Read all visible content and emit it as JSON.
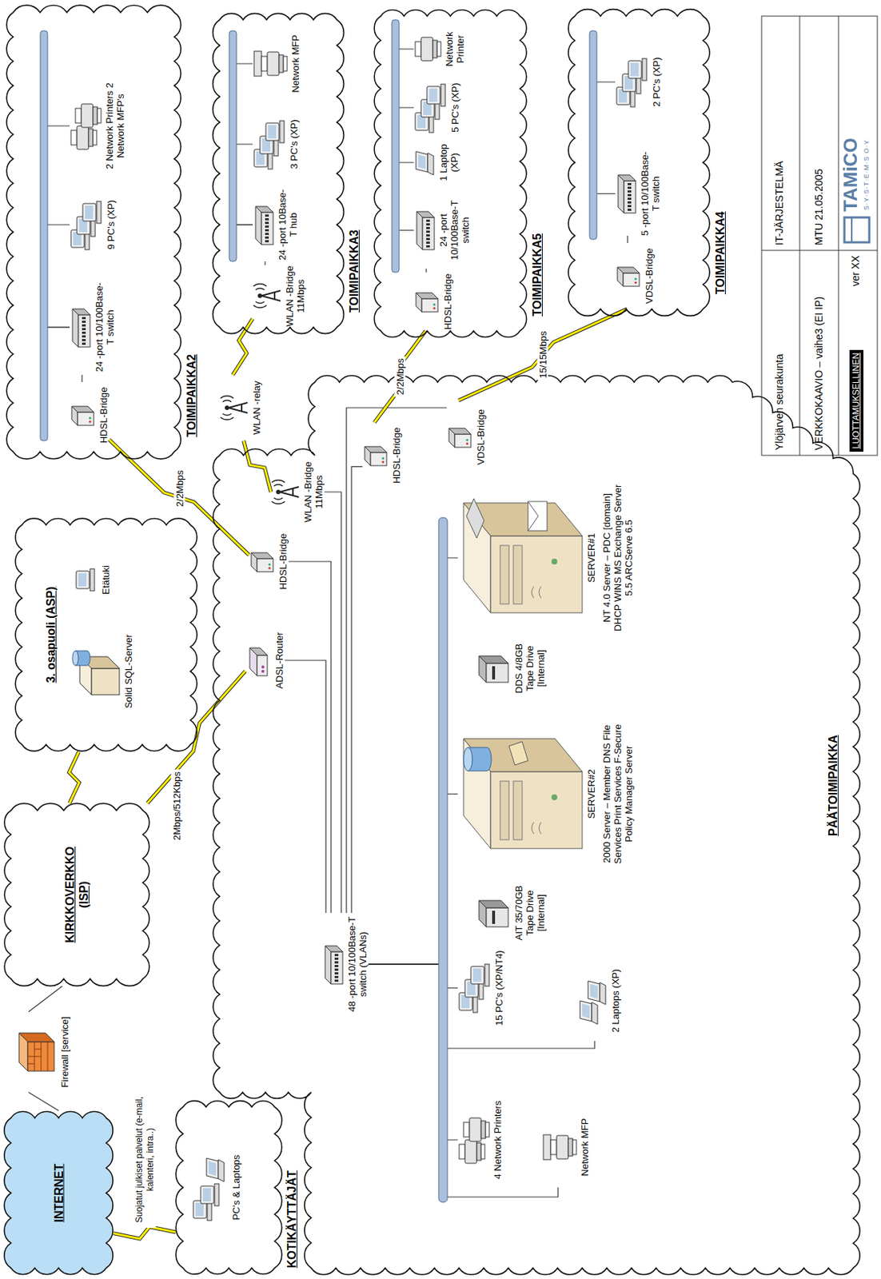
{
  "diagram": {
    "nodes": [
      {
        "text": [
          "INTERNET"
        ]
      },
      {
        "text": [
          "Firewall [service]"
        ]
      },
      {
        "text": [
          "KIRKKOVERKKO (ISP)"
        ]
      },
      {
        "text": [
          "3. osapuoli (ASP)"
        ]
      },
      {
        "text": [
          "Solid SQL-Server"
        ],
        "in": 3
      },
      {
        "text": [
          "Etätuki"
        ],
        "in": 3
      },
      {
        "text": [
          "KOTIKÄYTTÄJÄT"
        ]
      },
      {
        "text": [
          "PC's & Laptops"
        ],
        "in": 6
      },
      {
        "text": [
          "PÄÄTOIMIPAIKKA"
        ]
      },
      {
        "text": [
          "ADSL-Router"
        ],
        "in": 8
      },
      {
        "text": [
          "HDSL-Bridge"
        ],
        "in": 8
      },
      {
        "text": [
          "WLAN -Bridge 11Mbps"
        ],
        "in": 8
      },
      {
        "text": [
          "HDSL-Bridge"
        ],
        "in": 8
      },
      {
        "text": [
          "VDSL-Bridge"
        ],
        "in": 8
      },
      {
        "text": [
          "48 -port 10/100Base-T switch (VLANs)"
        ],
        "in": 8
      },
      {
        "text": [
          "SERVER#1",
          "NT 4.0 Server – PDC [domain] DHCP WINS MS Exchange Server 5.5 ARCServe 6.5"
        ],
        "in": 8
      },
      {
        "text": [
          "DDS 4/8GB Tape Drive [Internal]"
        ],
        "in": 8
      },
      {
        "text": [
          "SERVER#2",
          "2000 Server – Member DNS File Services Print Services F-Secure Policy Manager Server"
        ],
        "in": 8
      },
      {
        "text": [
          "AIT 35/70GB Tape Drive [Internal]"
        ],
        "in": 8
      },
      {
        "text": [
          "15 PC's (XP/NT4)"
        ],
        "in": 8
      },
      {
        "text": [
          "2 Laptops (XP)"
        ],
        "in": 8
      },
      {
        "text": [
          "4 Network Printers"
        ],
        "in": 8
      },
      {
        "text": [
          "Network MFP"
        ],
        "in": 8
      },
      {
        "text": [
          "TOIMIPAIKKA2"
        ]
      },
      {
        "text": [
          "HDSL-Bridge"
        ],
        "in": 23
      },
      {
        "text": [
          "24 -port 10/100Base-T switch"
        ],
        "in": 23
      },
      {
        "text": [
          "9 PC's (XP)"
        ],
        "in": 23
      },
      {
        "text": [
          "2 Network Printers 2 Network MFP's"
        ],
        "in": 23
      },
      {
        "text": [
          "WLAN -relay"
        ]
      },
      {
        "text": [
          "TOIMIPAIKKA3"
        ]
      },
      {
        "text": [
          "WLAN -Bridge 11Mbps"
        ],
        "in": 29
      },
      {
        "text": [
          "24 -port 10Base-T hub"
        ],
        "in": 29
      },
      {
        "text": [
          "3 PC's (XP)"
        ],
        "in": 29
      },
      {
        "text": [
          "Network MFP"
        ],
        "in": 29
      },
      {
        "text": [
          "TOIMIPAIKKA5"
        ]
      },
      {
        "text": [
          "HDSL-Bridge"
        ],
        "in": 34
      },
      {
        "text": [
          "24 -port 10/100Base-T switch"
        ],
        "in": 34
      },
      {
        "text": [
          "1 Laptop (XP)"
        ],
        "in": 34
      },
      {
        "text": [
          "5 PC's (XP)"
        ],
        "in": 34
      },
      {
        "text": [
          "Network Printer"
        ],
        "in": 34
      },
      {
        "text": [
          "TOIMIPAIKKA4"
        ]
      },
      {
        "text": [
          "VDSL-Bridge"
        ],
        "in": 40
      },
      {
        "text": [
          "5 -port 10/100Base-T switch"
        ],
        "in": 40
      },
      {
        "text": [
          "2 PC's (XP)"
        ],
        "in": 40
      }
    ],
    "edges": [
      {
        "from": 0,
        "to": 1,
        "arrow": "none"
      },
      {
        "from": 1,
        "to": 2,
        "arrow": "none"
      },
      {
        "from": 2,
        "to": 3,
        "arrow": "none"
      },
      {
        "from": 2,
        "to": 9,
        "label": "2Mbps/512Kbps",
        "arrow": "none"
      },
      {
        "from": 0,
        "to": 6,
        "label": "Suojatut julkiset palvelut (e-mail, kalenteri, intra..)",
        "arrow": "none"
      },
      {
        "from": 14,
        "to": 9,
        "arrow": "none"
      },
      {
        "from": 14,
        "to": 10,
        "arrow": "none"
      },
      {
        "from": 14,
        "to": 11,
        "arrow": "none"
      },
      {
        "from": 14,
        "to": 13,
        "arrow": "none"
      },
      {
        "from": 14,
        "to": 12,
        "arrow": "none"
      },
      {
        "from": 10,
        "to": 24,
        "label": "2/2Mbps",
        "arrow": "none"
      },
      {
        "from": 11,
        "to": 28,
        "arrow": "none"
      },
      {
        "from": 28,
        "to": 30,
        "arrow": "none"
      },
      {
        "from": 12,
        "to": 35,
        "label": "2/2Mbps",
        "arrow": "none"
      },
      {
        "from": 13,
        "to": 41,
        "label": "15/15Mbps",
        "arrow": "none"
      },
      {
        "from": 14,
        "to": 15,
        "arrow": "none"
      },
      {
        "from": 14,
        "to": 17,
        "arrow": "none"
      },
      {
        "from": 14,
        "to": 19,
        "arrow": "none"
      },
      {
        "from": 14,
        "to": 20,
        "arrow": "none"
      },
      {
        "from": 14,
        "to": 21,
        "arrow": "none"
      },
      {
        "from": 14,
        "to": 22,
        "arrow": "none"
      },
      {
        "from": 24,
        "to": 25,
        "arrow": "none"
      },
      {
        "from": 25,
        "to": 26,
        "arrow": "none"
      },
      {
        "from": 25,
        "to": 27,
        "arrow": "none"
      },
      {
        "from": 30,
        "to": 31,
        "arrow": "none"
      },
      {
        "from": 31,
        "to": 32,
        "arrow": "none"
      },
      {
        "from": 31,
        "to": 33,
        "arrow": "none"
      },
      {
        "from": 35,
        "to": 36,
        "arrow": "none"
      },
      {
        "from": 36,
        "to": 37,
        "arrow": "none"
      },
      {
        "from": 36,
        "to": 38,
        "arrow": "none"
      },
      {
        "from": 36,
        "to": 39,
        "arrow": "none"
      },
      {
        "from": 41,
        "to": 42,
        "arrow": "none"
      },
      {
        "from": 42,
        "to": 43,
        "arrow": "none"
      }
    ],
    "labels": [
      "Ylöjärven seurakunta",
      "IT-JÄRJESTELMÄ",
      "VERKKOKAAVIO – vaihe3 (EI IP)",
      "MTU 21.05.2005",
      "LUOTTAMUKSELLINEN",
      "ver XX",
      "TAMiCO",
      "S·Y·S·T·E·M·S O·Y"
    ]
  }
}
